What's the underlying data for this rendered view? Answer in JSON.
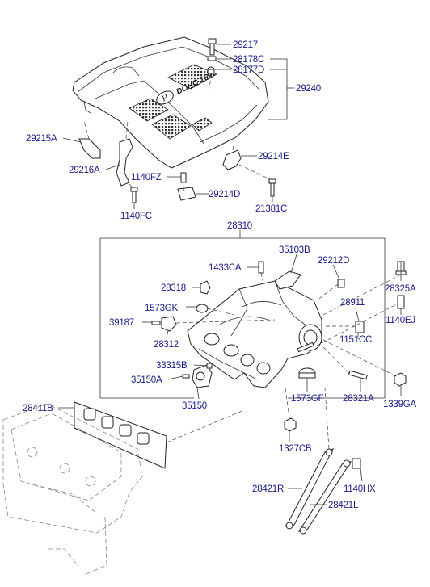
{
  "colors": {
    "label": "#1a1a8c",
    "line": "#222222",
    "mesh": "#333333"
  },
  "labels": {
    "p29217": "29217",
    "p28178C": "28178C",
    "p28177D": "28177D",
    "p29240": "29240",
    "p29215A": "29215A",
    "p29216A": "29216A",
    "p29214E": "29214E",
    "p1140FZ": "1140FZ",
    "p29214D": "29214D",
    "p21381C": "21381C",
    "p1140FC": "1140FC",
    "p28310": "28310",
    "p35103B": "35103B",
    "p29212D": "29212D",
    "p1433CA": "1433CA",
    "p28325A": "28325A",
    "p28318": "28318",
    "p28911": "28911",
    "p1573GK": "1573GK",
    "p1140EJ": "1140EJ",
    "p39187": "39187",
    "p28312": "28312",
    "p1151CC": "1151CC",
    "p33315B": "33315B",
    "p35150A": "35150A",
    "p1573GF": "1573GF",
    "p28321A": "28321A",
    "p1339GA": "1339GA",
    "p35150": "35150",
    "p28411B": "28411B",
    "p1327CB": "1327CB",
    "p28421R": "28421R",
    "p1140HX": "1140HX",
    "p28421L": "28421L"
  },
  "cover_emblem": {
    "logo_text": "H",
    "engine_text": "DOHC 16V"
  }
}
